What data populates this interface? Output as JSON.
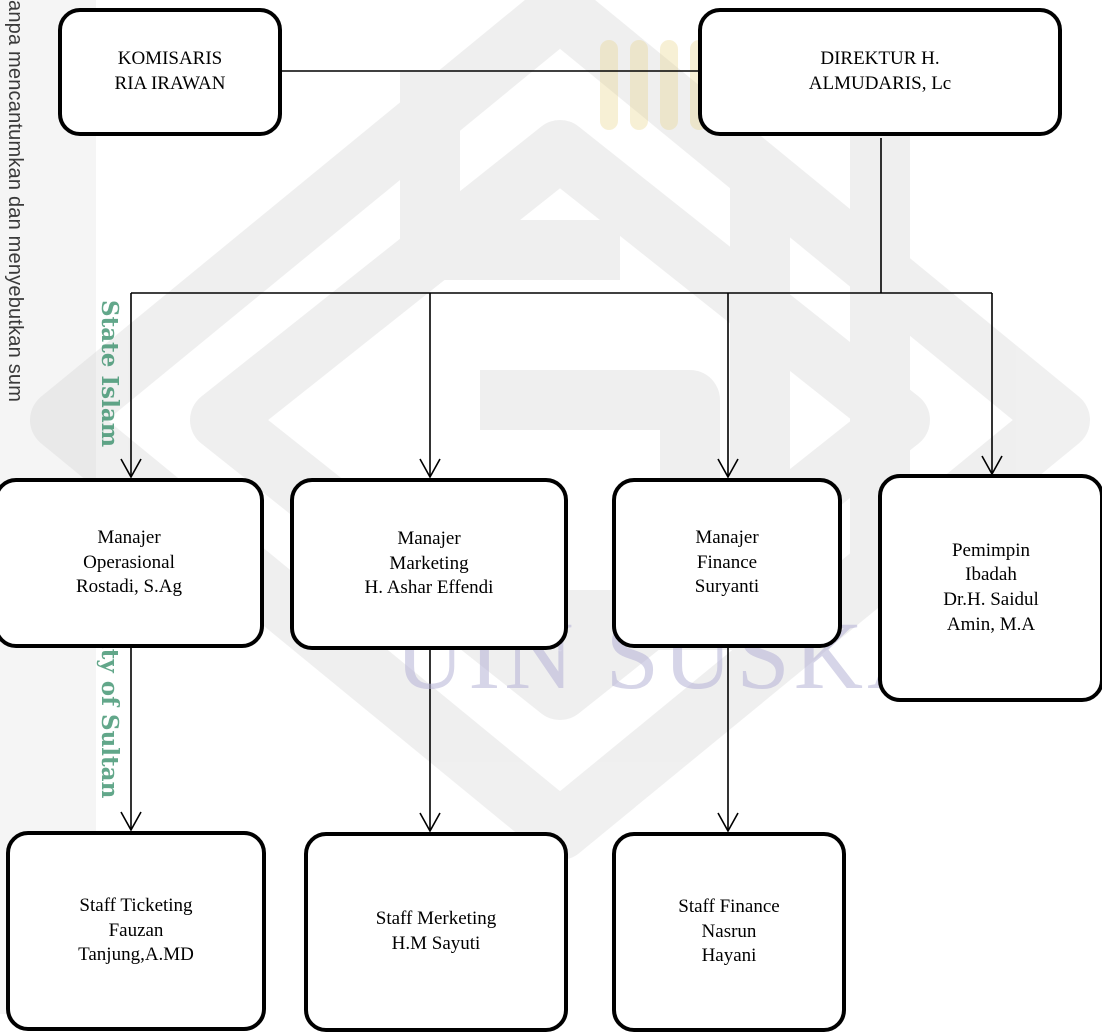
{
  "watermark": {
    "side_text": "anpa mencantumkan dan menyebutkan sum",
    "vertical_green_1": "State Islam",
    "vertical_green_2": "ity of Sultan",
    "center_text": "UIN SUSKA R"
  },
  "org_chart": {
    "komisaris": {
      "line1": "KOMISARIS",
      "line2": "RIA IRAWAN"
    },
    "direktur": {
      "line1": "DIREKTUR H.",
      "line2": "ALMUDARIS, Lc"
    },
    "managers": [
      {
        "lines": [
          "Manajer",
          "Operasional",
          "Rostadi, S.Ag"
        ]
      },
      {
        "lines": [
          "Manajer",
          "Marketing",
          "H. Ashar Effendi"
        ]
      },
      {
        "lines": [
          "Manajer",
          "Finance",
          "Suryanti"
        ]
      },
      {
        "lines": [
          "Pemimpin",
          "Ibadah",
          "Dr.H. Saidul",
          "Amin, M.A"
        ]
      }
    ],
    "staff": [
      {
        "lines": [
          "Staff Ticketing",
          "Fauzan",
          "Tanjung,A.MD"
        ]
      },
      {
        "lines": [
          "Staff Merketing",
          "H.M Sayuti"
        ]
      },
      {
        "lines": [
          "Staff Finance",
          "Nasrun",
          "Hayani"
        ]
      }
    ]
  },
  "colors": {
    "line": "#000000",
    "watermark_green": "#2e8a63",
    "watermark_grey": "#bdbdbd",
    "watermark_purple": "#b6b3d6"
  }
}
